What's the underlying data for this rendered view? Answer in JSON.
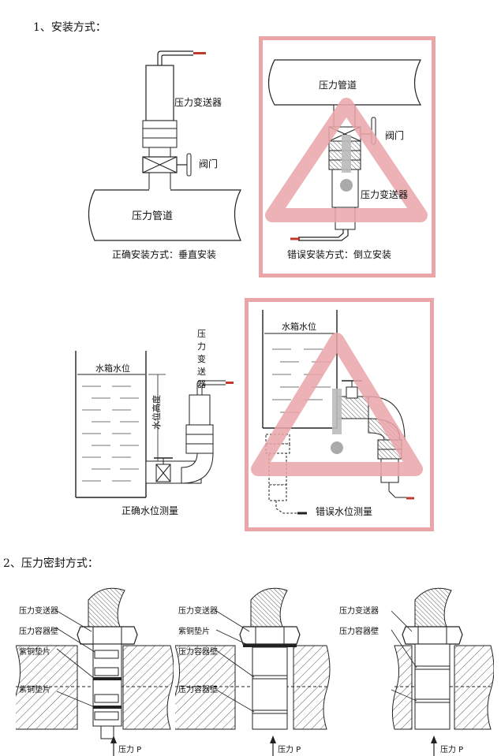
{
  "section1": {
    "heading": "1、安装方式：",
    "correct": {
      "transmitter": "压力变送器",
      "valve": "阀门",
      "pipe": "压力管道",
      "caption": "正确安装方式：垂直安装"
    },
    "wrong": {
      "pipe": "压力管道",
      "valve": "阀门",
      "transmitter": "压力变送器",
      "caption": "错误安装方式：倒立安装"
    },
    "level_correct": {
      "tank": "水箱水位",
      "transmitter_vertical": [
        "压",
        "力",
        "变",
        "送",
        "器"
      ],
      "height": "水位高度",
      "caption": "正确水位测量"
    },
    "level_wrong": {
      "tank": "水箱水位",
      "caption": "错误水位测量"
    }
  },
  "section2": {
    "heading": "2、压力密封方式：",
    "d1": {
      "l1": "压力变送器",
      "l2": "压力容器壁",
      "l3": "紫铜垫片",
      "l4": "紫铜垫片",
      "p": "压力 P"
    },
    "d2": {
      "l1": "压力变送器",
      "l2": "紫铜垫片",
      "l3": "压力容器壁",
      "l4": "压力容器壁",
      "p": "压力 P"
    },
    "d3": {
      "l1": "压力变送器",
      "l2": "压力容器壁",
      "p": "压力 P"
    }
  },
  "colors": {
    "warning": "#e9a5a8",
    "cable": "#c0392b",
    "line": "#222222"
  }
}
